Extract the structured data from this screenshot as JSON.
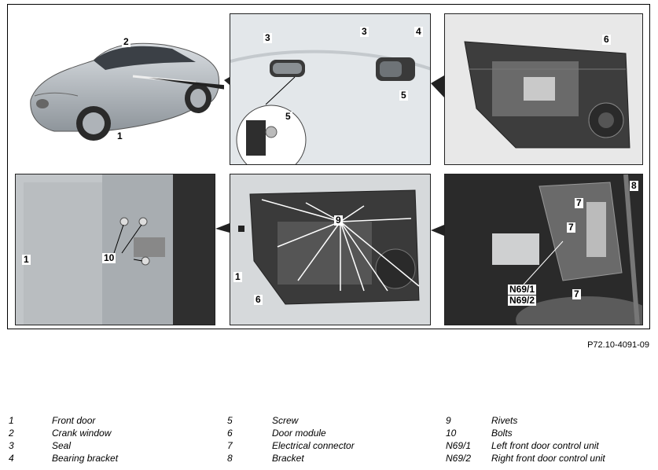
{
  "callouts": {
    "p1": [
      "2",
      "1"
    ],
    "p2": [
      "3",
      "3",
      "4",
      "5",
      "5"
    ],
    "p3": [
      "6"
    ],
    "p4": [
      "10",
      "1"
    ],
    "p5": [
      "9",
      "1",
      "6"
    ],
    "p6": [
      "8",
      "7",
      "7",
      "N69/1",
      "N69/2",
      "7"
    ]
  },
  "figure_ref": "P72.10-4091-09",
  "legend": [
    {
      "num": "1",
      "label": "Front door"
    },
    {
      "num": "2",
      "label": "Crank window"
    },
    {
      "num": "3",
      "label": "Seal"
    },
    {
      "num": "4",
      "label": "Bearing bracket"
    },
    {
      "num": "5",
      "label": "Screw"
    },
    {
      "num": "6",
      "label": "Door module"
    },
    {
      "num": "7",
      "label": "Electrical connector"
    },
    {
      "num": "8",
      "label": "Bracket"
    },
    {
      "num": "9",
      "label": "Rivets"
    },
    {
      "num": "10",
      "label": "Bolts"
    },
    {
      "num": "N69/1",
      "label": "Left front door control unit"
    },
    {
      "num": "N69/2",
      "label": "Right front door control unit"
    }
  ]
}
